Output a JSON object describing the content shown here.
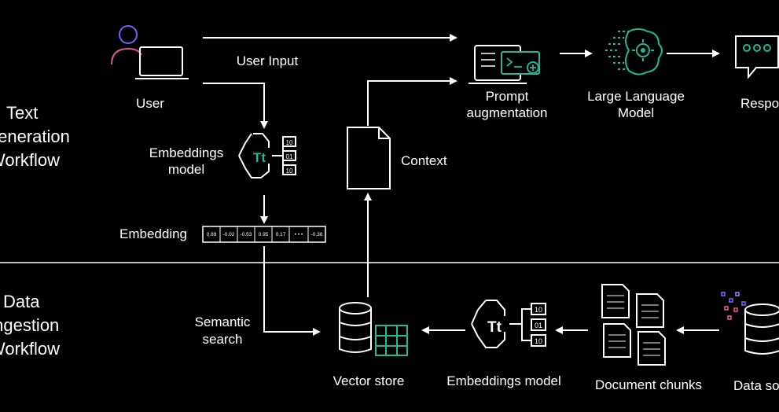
{
  "sections": {
    "text_generation": [
      "Text",
      "Generation",
      "Workflow"
    ],
    "data_ingestion": [
      "Data",
      "Ingestion",
      "Workflow"
    ]
  },
  "nodes": {
    "user": "User",
    "user_input": "User Input",
    "prompt_augmentation": [
      "Prompt",
      "augmentation"
    ],
    "llm": [
      "Large Language",
      "Model"
    ],
    "response": "Response",
    "embeddings_model_top": [
      "Embeddings",
      "model"
    ],
    "context": "Context",
    "embedding": "Embedding",
    "embedding_values": [
      "0.89",
      "-0.02",
      "-0.53",
      "0.95",
      "0.17",
      "• • •",
      "-0.38"
    ],
    "semantic_search": [
      "Semantic",
      "search"
    ],
    "vector_store": "Vector store",
    "embeddings_model_bottom": "Embeddings model",
    "document_chunks": "Document chunks",
    "data_sources": "Data sources"
  },
  "colors": {
    "background": "#000000",
    "foreground": "#ffffff",
    "accent_teal": "#1fb89a",
    "accent_purple": "#7b5cff",
    "accent_pink": "#e0529c"
  }
}
